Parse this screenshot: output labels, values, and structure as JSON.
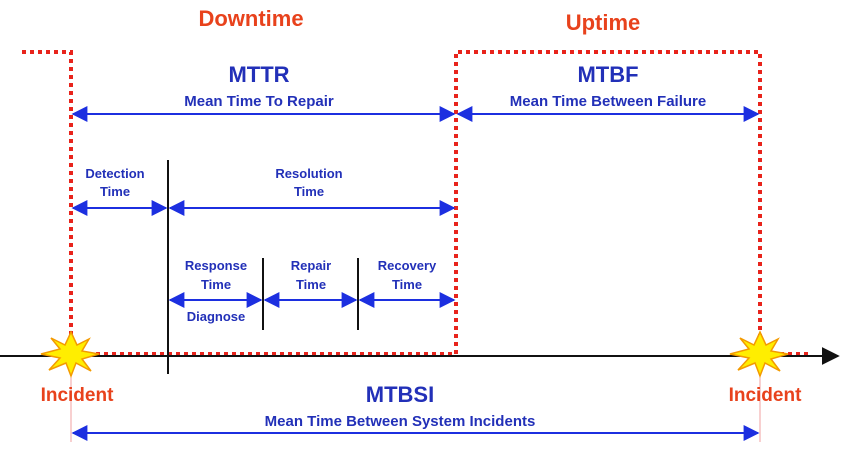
{
  "colors": {
    "red_label": "#e8421c",
    "red_dotted": "#e8241c",
    "blue_text": "#2230b8",
    "blue_arrow": "#1c2fe0",
    "axis": "#111111",
    "burst_fill": "#ffee00",
    "burst_stroke": "#f39a00"
  },
  "headers": {
    "downtime": "Downtime",
    "uptime": "Uptime"
  },
  "mttr": {
    "abbr": "MTTR",
    "full": "Mean Time To Repair"
  },
  "mtbf": {
    "abbr": "MTBF",
    "full": "Mean Time Between Failure"
  },
  "detection": {
    "line1": "Detection",
    "line2": "Time"
  },
  "resolution": {
    "line1": "Resolution",
    "line2": "Time"
  },
  "response": {
    "line1": "Response",
    "line2": "Time",
    "sub": "Diagnose"
  },
  "repair": {
    "line1": "Repair",
    "line2": "Time"
  },
  "recovery": {
    "line1": "Recovery",
    "line2": "Time"
  },
  "incidents": {
    "left": "Incident",
    "right": "Incident"
  },
  "mtbsi": {
    "abbr": "MTBSI",
    "full": "Mean Time Between System Incidents"
  },
  "icons": {
    "burst": "explosion-burst-icon",
    "arrowhead": "arrowhead-icon"
  }
}
